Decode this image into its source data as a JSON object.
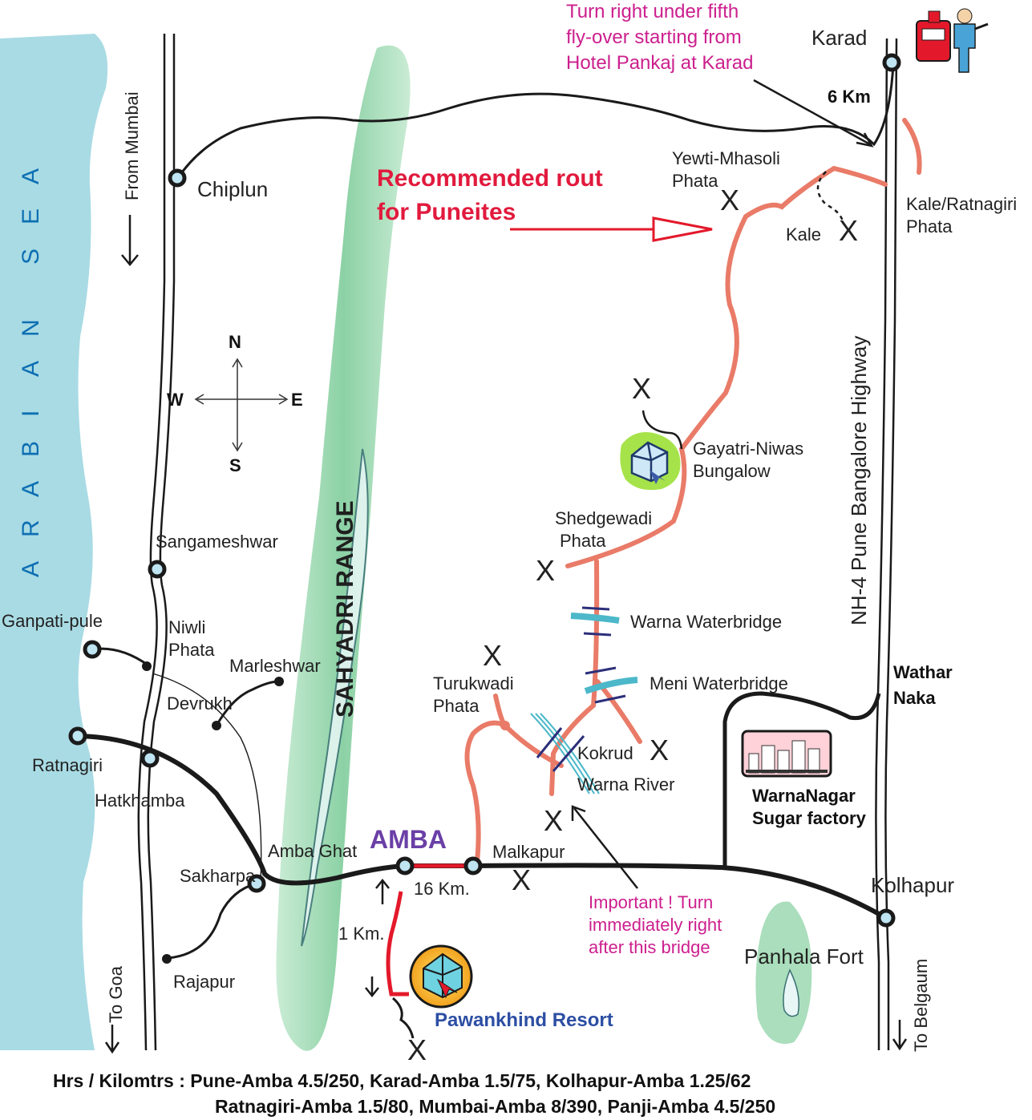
{
  "sea": {
    "letters": [
      "A",
      "R",
      "A",
      "B",
      "I",
      "A",
      "N",
      "",
      "S",
      "E",
      "A"
    ]
  },
  "range": {
    "text": "SAHYADRI   RANGE"
  },
  "compass": {
    "n": "N",
    "s": "S",
    "e": "E",
    "w": "W"
  },
  "directions": {
    "from_mumbai": "From Mumbai",
    "to_goa": "To Goa",
    "to_belgaum": "To Belgaum",
    "highway": "NH-4 Pune Bangalore Highway"
  },
  "places": {
    "karad": "Karad",
    "chiplun": "Chiplun",
    "sangameshwar": "Sangameshwar",
    "ganpatipule": "Ganpati-pule",
    "niwli_1": "Niwli",
    "niwli_2": "Phata",
    "marleshwar": "Marleshwar",
    "devrukh": "Devrukh",
    "ratnagiri": "Ratnagiri",
    "hatkhamba": "Hatkhamba",
    "amba_ghat": "Amba Ghat",
    "sakharpa": "Sakharpa",
    "rajapur": "Rajapur",
    "amba": "AMBA",
    "malkapur": "Malkapur",
    "kolhapur": "Kolhapur",
    "panhala": "Panhala Fort",
    "wathar_1": "Wathar",
    "wathar_2": "Naka",
    "warnanagar_1": "WarnaNagar",
    "warnanagar_2": "Sugar factory",
    "yewti_1": "Yewti-Mhasoli",
    "yewti_2": "Phata",
    "kale": "Kale",
    "kale_ratnagiri_1": "Kale/Ratnagiri",
    "kale_ratnagiri_2": "Phata",
    "gayatri_1": "Gayatri-Niwas",
    "gayatri_2": "Bungalow",
    "shedgewadi_1": "Shedgewadi",
    "shedgewadi_2": "Phata",
    "warna_bridge": "Warna Waterbridge",
    "meni_bridge": "Meni Waterbridge",
    "turukwadi_1": "Turukwadi",
    "turukwadi_2": "Phata",
    "kokrud": "Kokrud",
    "warna_river": "Warna River",
    "resort": "Pawankhind Resort"
  },
  "distances": {
    "karad_6km": "6 Km",
    "amba_16km": "16 Km.",
    "resort_1km": "1 Km."
  },
  "notes": {
    "turn_right": [
      "Turn right under fifth",
      "fly-over starting from",
      "Hotel Pankaj at Karad"
    ],
    "recommended": [
      "Recommended rout",
      "for Puneites"
    ],
    "important": [
      "Important ! Turn",
      "immediately right",
      "after this bridge"
    ]
  },
  "footer": {
    "line1": "Hrs / Kilomtrs : Pune-Amba 4.5/250, Karad-Amba 1.5/75, Kolhapur-Amba 1.25/62",
    "line2": "Ratnagiri-Amba 1.5/80, Mumbai-Amba 8/390, Panji-Amba 4.5/250"
  },
  "marks": {
    "x": "X"
  },
  "colors": {
    "sea": "#a9dbe4",
    "range": "#8fd3a8",
    "route": "#e97b68",
    "road": "#1a1a1a",
    "red_route": "#e3192b",
    "magenta": "#cc1f8e",
    "bridge": "#4cb8c9",
    "node_fill": "#bfe4f2"
  }
}
